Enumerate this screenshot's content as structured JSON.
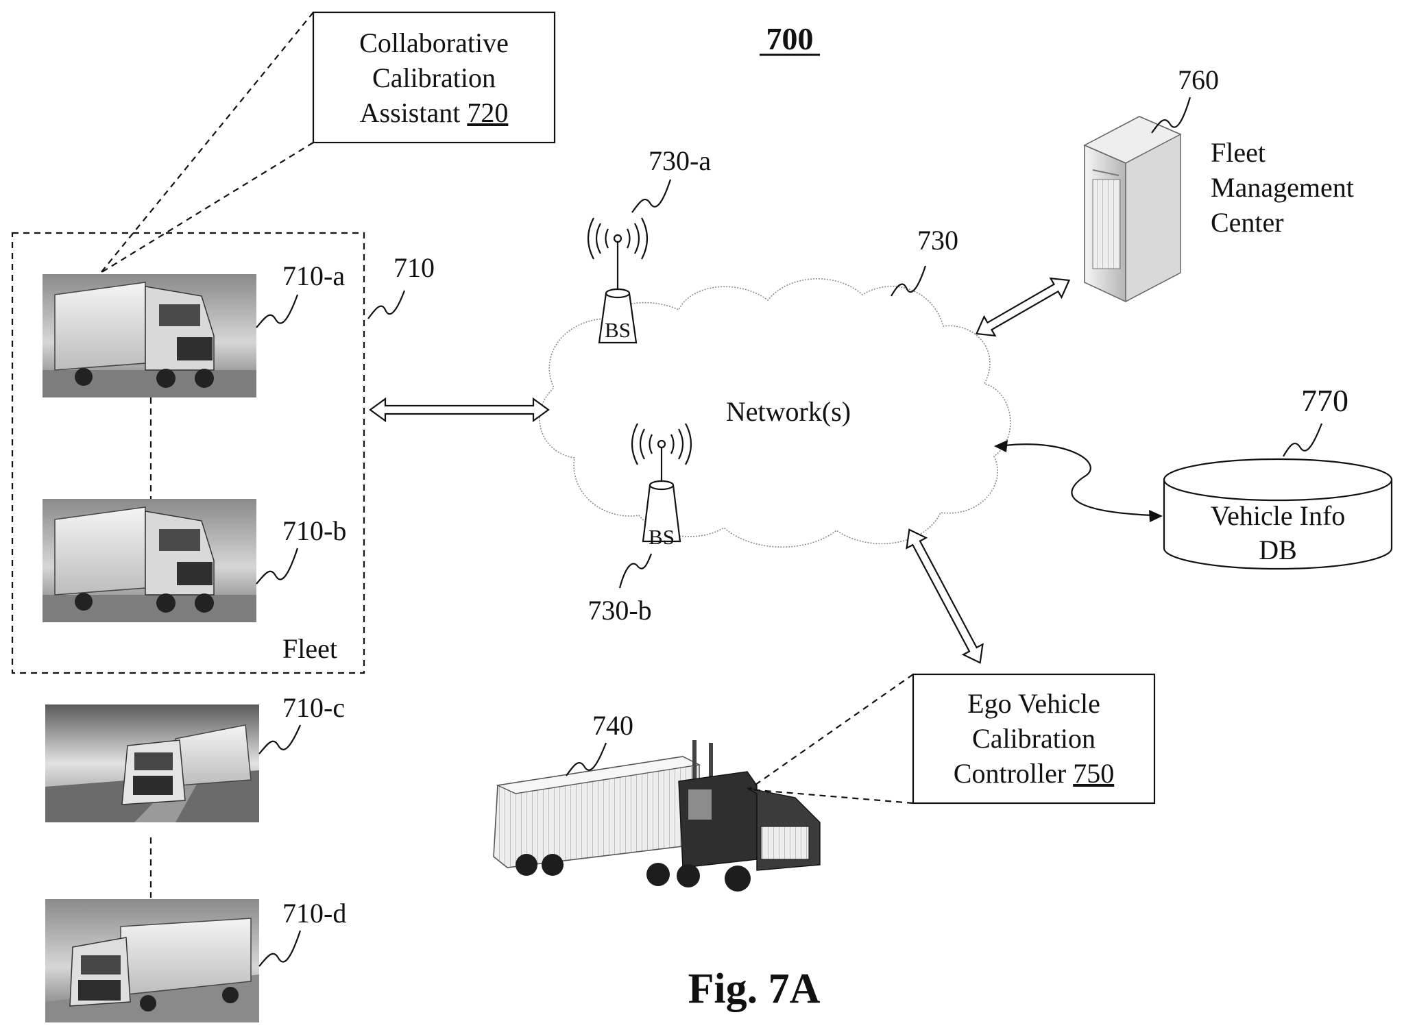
{
  "figure": {
    "number": "700",
    "caption": "Fig. 7A"
  },
  "cloud": {
    "label": "Network(s)",
    "ref": "730"
  },
  "base_stations": [
    {
      "text": "BS",
      "ref": "730-a"
    },
    {
      "text": "BS",
      "ref": "730-b"
    }
  ],
  "fleet": {
    "label": "Fleet",
    "ref": "710",
    "vehicles": [
      {
        "ref": "710-a"
      },
      {
        "ref": "710-b"
      }
    ]
  },
  "other_vehicles": [
    {
      "ref": "710-c"
    },
    {
      "ref": "710-d"
    }
  ],
  "assistant": {
    "lines": [
      "Collaborative",
      "Calibration",
      "Assistant "
    ],
    "ref": "720"
  },
  "fleet_center": {
    "lines": [
      "Fleet",
      "Management",
      "Center"
    ],
    "ref": "760"
  },
  "vehicle_db": {
    "lines": [
      "Vehicle Info",
      "DB"
    ],
    "ref": "770"
  },
  "ego_vehicle": {
    "ref": "740"
  },
  "controller": {
    "lines": [
      "Ego Vehicle",
      "Calibration",
      "Controller "
    ],
    "ref": "750"
  },
  "colors": {
    "line": "#111111",
    "photo_dark": "#555555",
    "photo_light": "#cfcfcf"
  }
}
